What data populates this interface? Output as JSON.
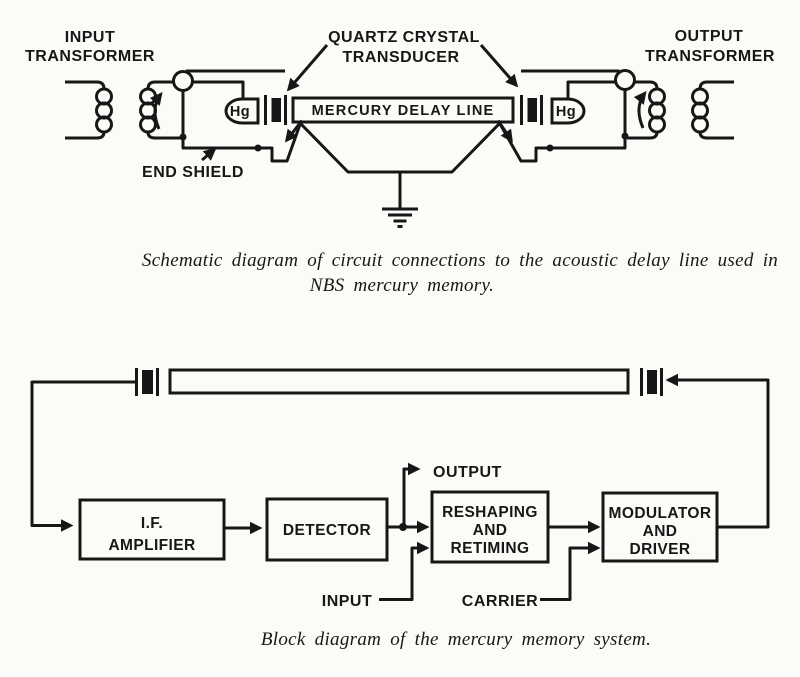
{
  "page": {
    "background": "#fbfbf8",
    "ink": "#171717"
  },
  "figure1": {
    "input_transformer_line1": "INPUT",
    "input_transformer_line2": "TRANSFORMER",
    "quartz_label_line1": "QUARTZ CRYSTAL",
    "quartz_label_line2": "TRANSDUCER",
    "output_transformer_line1": "OUTPUT",
    "output_transformer_line2": "TRANSFORMER",
    "end_shield_label": "END SHIELD",
    "hg_left": "Hg",
    "hg_right": "Hg",
    "delay_line_label": "MERCURY DELAY LINE",
    "caption_line1": "Schematic diagram of circuit connections to the acoustic delay line used in",
    "caption_line2": "NBS mercury memory."
  },
  "figure2": {
    "if_amplifier_line1": "I.F.",
    "if_amplifier_line2": "AMPLIFIER",
    "detector": "DETECTOR",
    "reshaping_line1": "RESHAPING",
    "reshaping_line2": "AND",
    "reshaping_line3": "RETIMING",
    "modulator_line1": "MODULATOR",
    "modulator_line2": "AND",
    "modulator_line3": "DRIVER",
    "output_label": "OUTPUT",
    "input_label": "INPUT",
    "carrier_label": "CARRIER",
    "caption": "Block diagram of the mercury memory system."
  }
}
